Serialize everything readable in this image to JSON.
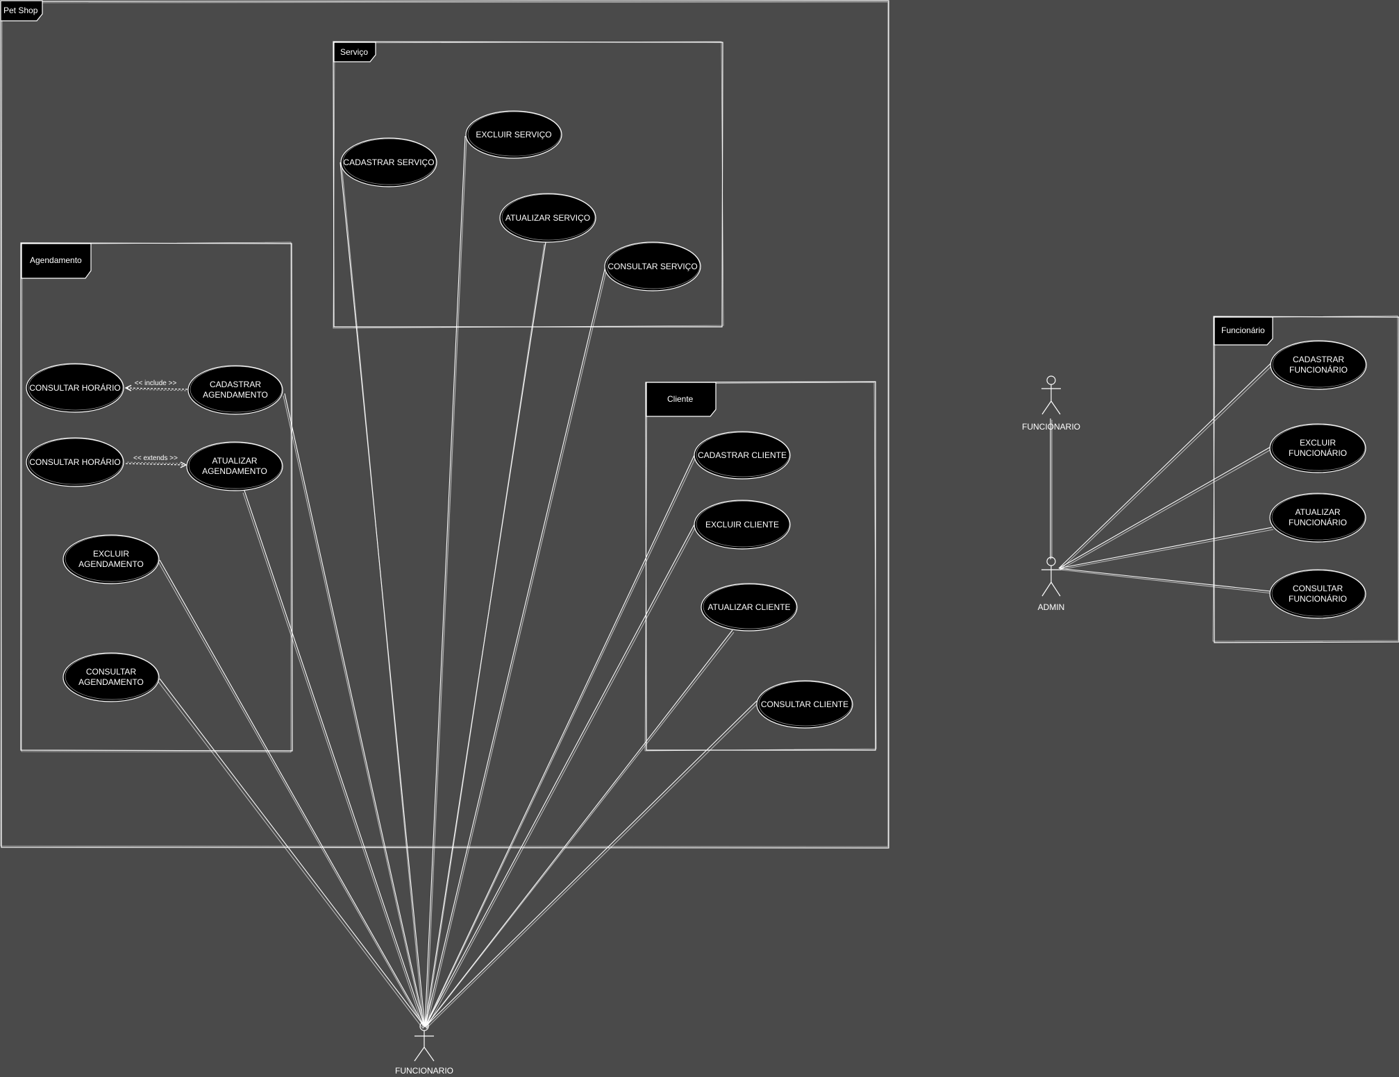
{
  "colors": {
    "background": "#4a4a4a",
    "stroke": "#ffffff",
    "fill": "#000000",
    "text": "#ffffff"
  },
  "frames": {
    "petshop": "Pet Shop",
    "servico": "Serviço",
    "agendamento": "Agendamento",
    "cliente": "Cliente",
    "funcionario": "Funcionário"
  },
  "usecases": {
    "cadastrar_servico": [
      "CADASTRAR SERVIÇO"
    ],
    "excluir_servico": [
      "EXCLUIR SERVIÇO"
    ],
    "atualizar_servico": [
      "ATUALIZAR SERVIÇO"
    ],
    "consultar_servico": [
      "CONSULTAR SERVIÇO"
    ],
    "consultar_horario_1": [
      "CONSULTAR HORÁRIO"
    ],
    "cadastrar_agendamento": [
      "CADASTRAR",
      "AGENDAMENTO"
    ],
    "consultar_horario_2": [
      "CONSULTAR HORÁRIO"
    ],
    "atualizar_agendamento": [
      "ATUALIZAR",
      "AGENDAMENTO"
    ],
    "excluir_agendamento": [
      "EXCLUIR",
      "AGENDAMENTO"
    ],
    "consultar_agendamento": [
      "CONSULTAR",
      "AGENDAMENTO"
    ],
    "cadastrar_cliente": [
      "CADASTRAR CLIENTE"
    ],
    "excluir_cliente": [
      "EXCLUIR CLIENTE"
    ],
    "atualizar_cliente": [
      "ATUALIZAR CLIENTE"
    ],
    "consultar_cliente": [
      "CONSULTAR CLIENTE"
    ],
    "cadastrar_funcionario": [
      "CADASTRAR",
      "FUNCIONÁRIO"
    ],
    "excluir_funcionario": [
      "EXCLUIR",
      "FUNCIONÁRIO"
    ],
    "atualizar_funcionario": [
      "ATUALIZAR",
      "FUNCIONÁRIO"
    ],
    "consultar_funcionario": [
      "CONSULTAR",
      "FUNCIONÁRIO"
    ]
  },
  "actors": {
    "funcionario_main": "FUNCIONARIO",
    "funcionario_right": "FUNCIONARIO",
    "admin": "ADMIN"
  },
  "relations": {
    "include": "<< include >>",
    "extends": "<< extends >>"
  }
}
